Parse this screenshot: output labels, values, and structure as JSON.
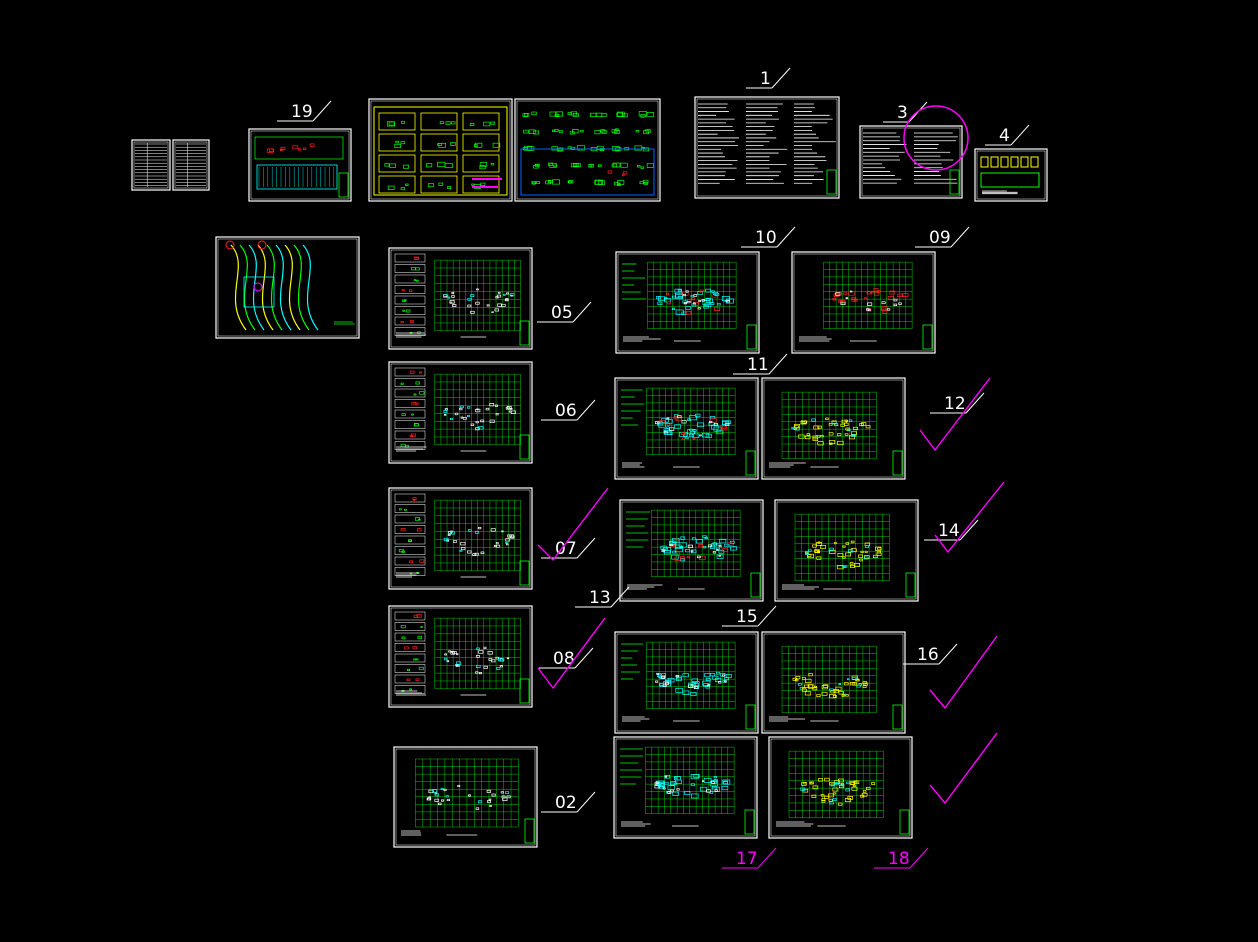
{
  "colors": {
    "background": "#000000",
    "frame": "#ffffff",
    "grid": "#00ff00",
    "structure_cyan": "#00ffff",
    "structure_yellow": "#ffff00",
    "accent_red": "#ff2020",
    "markup_magenta": "#ff00ff",
    "label_white": "#ffffff"
  },
  "sheet_labels": [
    {
      "id": "label-1",
      "text": "1"
    },
    {
      "id": "label-3",
      "text": "3"
    },
    {
      "id": "label-4",
      "text": "4"
    },
    {
      "id": "label-19",
      "text": "19"
    },
    {
      "id": "label-10",
      "text": "10"
    },
    {
      "id": "label-09",
      "text": "09"
    },
    {
      "id": "label-05",
      "text": "05"
    },
    {
      "id": "label-06",
      "text": "06"
    },
    {
      "id": "label-07",
      "text": "07"
    },
    {
      "id": "label-08",
      "text": "08"
    },
    {
      "id": "label-02",
      "text": "02"
    },
    {
      "id": "label-11",
      "text": "11"
    },
    {
      "id": "label-12",
      "text": "12"
    },
    {
      "id": "label-13",
      "text": "13"
    },
    {
      "id": "label-14",
      "text": "14"
    },
    {
      "id": "label-15",
      "text": "15"
    },
    {
      "id": "label-16",
      "text": "16"
    },
    {
      "id": "label-17",
      "text": "17"
    },
    {
      "id": "label-18",
      "text": "18"
    }
  ]
}
